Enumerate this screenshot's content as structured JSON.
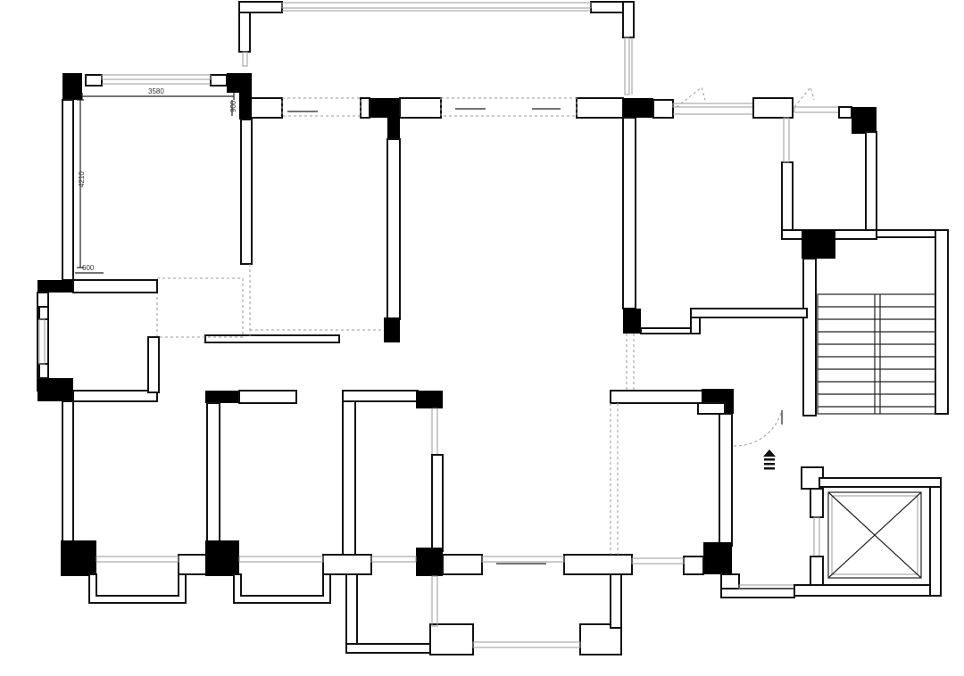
{
  "floor_plan": {
    "dimensions": {
      "living_width": "3580",
      "living_depth": "4210",
      "bay_width": "600",
      "wall_offset": "900"
    },
    "icons": [
      "entrance-arrow-icon",
      "elevator-shaft-icon",
      "staircase-icon"
    ]
  }
}
